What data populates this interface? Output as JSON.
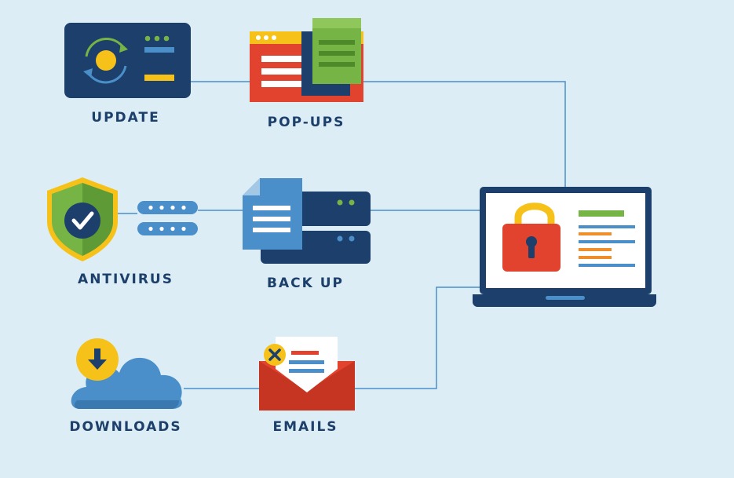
{
  "labels": {
    "update": "UPDATE",
    "popups": "POP-UPS",
    "antivirus": "ANTIVIRUS",
    "backup": "BACK UP",
    "downloads": "DOWNLOADS",
    "emails": "EMAILS"
  },
  "colors": {
    "background": "#dcedf5",
    "navy": "#1d3f6b",
    "blue": "#4a8fc9",
    "green": "#77b446",
    "yellow": "#f6c21a",
    "red": "#e2432f",
    "orange": "#ef8f2b"
  },
  "icons": {
    "update": "update-refresh-icon",
    "popups": "popup-windows-icon",
    "antivirus": "shield-check-icon",
    "backup": "server-document-icon",
    "downloads": "cloud-download-icon",
    "emails": "email-alert-icon",
    "center": "laptop-lock-icon"
  }
}
